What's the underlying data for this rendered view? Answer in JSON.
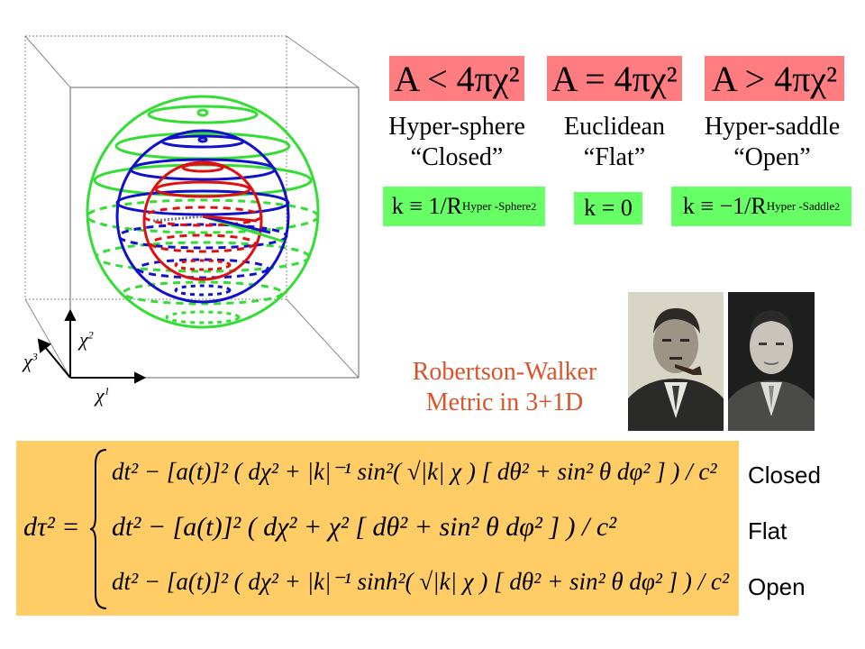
{
  "cases": [
    {
      "area": "A < 4πχ²",
      "name": "Hyper-sphere",
      "label": "“Closed”",
      "k": "k ≡ 1/R",
      "k_sub": "Hyper -Sphere",
      "k_sup": "2"
    },
    {
      "area": "A = 4πχ²",
      "name": "Euclidean",
      "label": "“Flat”",
      "k": "k = 0",
      "k_sub": "",
      "k_sup": ""
    },
    {
      "area": "A > 4πχ²",
      "name": "Hyper-saddle",
      "label": "“Open”",
      "k": "k ≡ −1/R",
      "k_sub": "Hyper -Saddle",
      "k_sup": "2"
    }
  ],
  "title": {
    "line1": "Robertson-Walker",
    "line2": "Metric in 3+1D"
  },
  "axes": {
    "x": "χ",
    "x_sup": "1",
    "y": "χ",
    "y_sup": "2",
    "z": "χ",
    "z_sup": "3"
  },
  "metric": {
    "lhs": "dτ² =",
    "rows": [
      {
        "text": "dt² − [a(t)]² ( dχ² + |k|⁻¹ sin²( √|k| χ ) [ dθ² + sin² θ dφ² ] ) / c²",
        "label": "Closed"
      },
      {
        "text": "dt² − [a(t)]² ( dχ² + χ² [ dθ² + sin² θ dφ² ] ) / c²",
        "label": "Flat"
      },
      {
        "text": "dt² − [a(t)]² ( dχ² + |k|⁻¹ sinh²( √|k| χ ) [ dθ² + sin² θ dφ² ] ) / c²",
        "label": "Open"
      }
    ]
  },
  "colors": {
    "red_box": "#ff7c80",
    "green_box": "#66ff66",
    "orange_box": "#ffcc66",
    "title": "#d9542a",
    "sphere_green": "#33dd33",
    "sphere_blue": "#1111cc",
    "sphere_red": "#dd1111"
  }
}
